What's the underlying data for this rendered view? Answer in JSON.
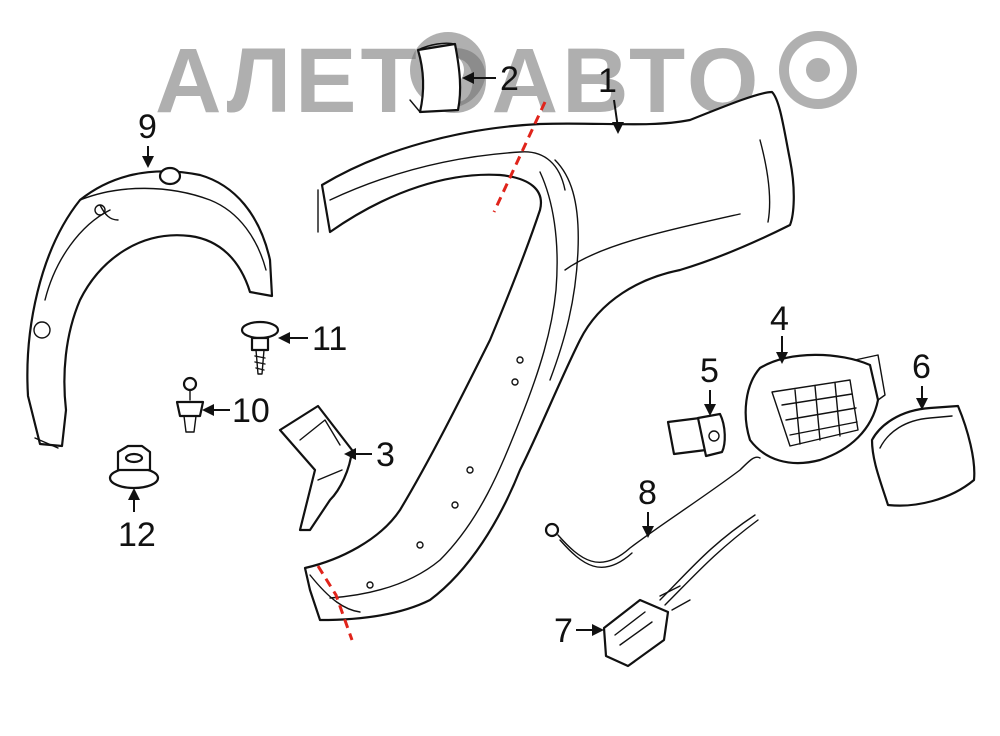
{
  "watermark": {
    "text": "АЛЕТОАВТО"
  },
  "callouts": [
    {
      "id": "1",
      "label": "1"
    },
    {
      "id": "2",
      "label": "2"
    },
    {
      "id": "3",
      "label": "3"
    },
    {
      "id": "4",
      "label": "4"
    },
    {
      "id": "5",
      "label": "5"
    },
    {
      "id": "6",
      "label": "6"
    },
    {
      "id": "7",
      "label": "7"
    },
    {
      "id": "8",
      "label": "8"
    },
    {
      "id": "9",
      "label": "9"
    },
    {
      "id": "10",
      "label": "10"
    },
    {
      "id": "11",
      "label": "11"
    },
    {
      "id": "12",
      "label": "12"
    }
  ],
  "colors": {
    "line": "#111111",
    "cut_line": "#e0241b",
    "watermark": "#6f6f6f",
    "background": "#ffffff"
  }
}
